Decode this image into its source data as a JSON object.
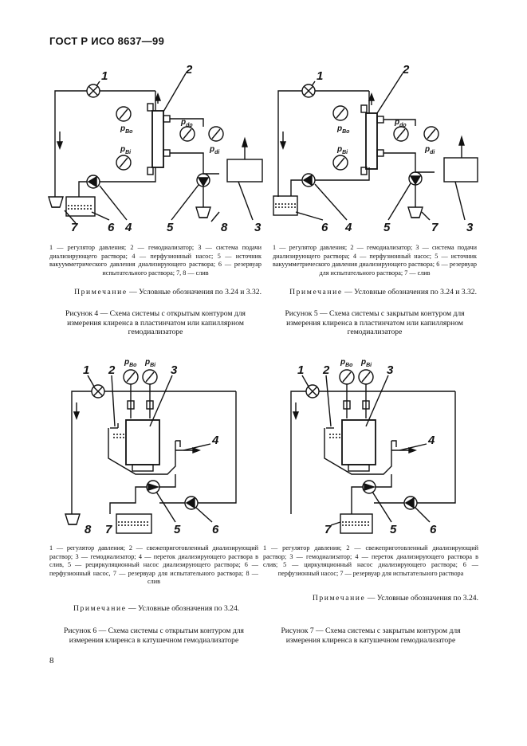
{
  "header": {
    "standard": "ГОСТ Р ИСО 8637—99"
  },
  "page_number": "8",
  "labels": {
    "p_Bo": "p",
    "p_Bo_sub": "Bo",
    "p_Bi": "p",
    "p_Bi_sub": "Bi",
    "p_do": "p",
    "p_do_sub": "do",
    "p_di": "p",
    "p_di_sub": "di"
  },
  "figure4": {
    "numbers": [
      "1",
      "2",
      "3",
      "4",
      "5",
      "6",
      "7",
      "8"
    ],
    "legend": "1 — регулятор давления; 2 — гемодиализатор; 3 — система подачи диализирующего раствора; 4 — перфузионный насос; 5 — источник вакуумметрического давления диализирующего раствора; 6 — резервуар испытательного раствора; 7, 8 — слив",
    "note_label": "Примечание",
    "note_text": " — Условные обозначения по 3.24 и 3.32.",
    "caption": "Рисунок 4 — Схема системы с открытым контуром для измерения клиренса в пластинчатом или капиллярном гемодиализаторе"
  },
  "figure5": {
    "numbers": [
      "1",
      "2",
      "3",
      "4",
      "5",
      "6",
      "7"
    ],
    "legend": "1 — регулятор давления; 2 — гемодиализатор; 3 — система подачи диализирующего раствора; 4 — перфузионный насос; 5 — источник вакуумметрического давления диализирующего раствора; 6 — резервуар для испытательного раствора; 7 — слив",
    "note_label": "Примечание",
    "note_text": " — Условные обозначения по 3.24 и 3.32.",
    "caption": "Рисунок 5 — Схема системы с закрытым контуром для измерения клиренса в пластинчатом или капиллярном гемодиализаторе"
  },
  "figure6": {
    "numbers": [
      "1",
      "2",
      "3",
      "4",
      "5",
      "6",
      "7",
      "8"
    ],
    "legend": "1 — регулятор давления; 2 — свежеприготовленный диализирующий раствор; 3 — гемодиализатор; 4 — переток диализирующего раствора в слив, 5 — рециркуляционный насос диализирующего раствора; 6 — перфузионный насос, 7 — резервуар для испытательного раствора; 8 — слив",
    "note_label": "Примечание",
    "note_text": " — Условные обозначения по 3.24.",
    "caption": "Рисунок 6 — Схема системы с открытым контуром для измерения клиренса в катушечном гемодиализаторе"
  },
  "figure7": {
    "numbers": [
      "1",
      "2",
      "3",
      "4",
      "5",
      "6",
      "7"
    ],
    "legend": "1 — регулятор давления; 2 — свежеприготовленный диализирующий раствор; 3 — гемодиализатор; 4 — переток диализирующего раствора в слив; 5 — циркуляционный насос диализирующего раствора; 6 — перфузионный насос; 7 — резервуар для испытательного раствора",
    "note_label": "Примечание",
    "note_text": " — Условные обозначения по 3.24.",
    "caption": "Рисунок 7 — Схема системы с закрытым контуром для измерения клиренса в катушечном гемодиализаторе"
  }
}
